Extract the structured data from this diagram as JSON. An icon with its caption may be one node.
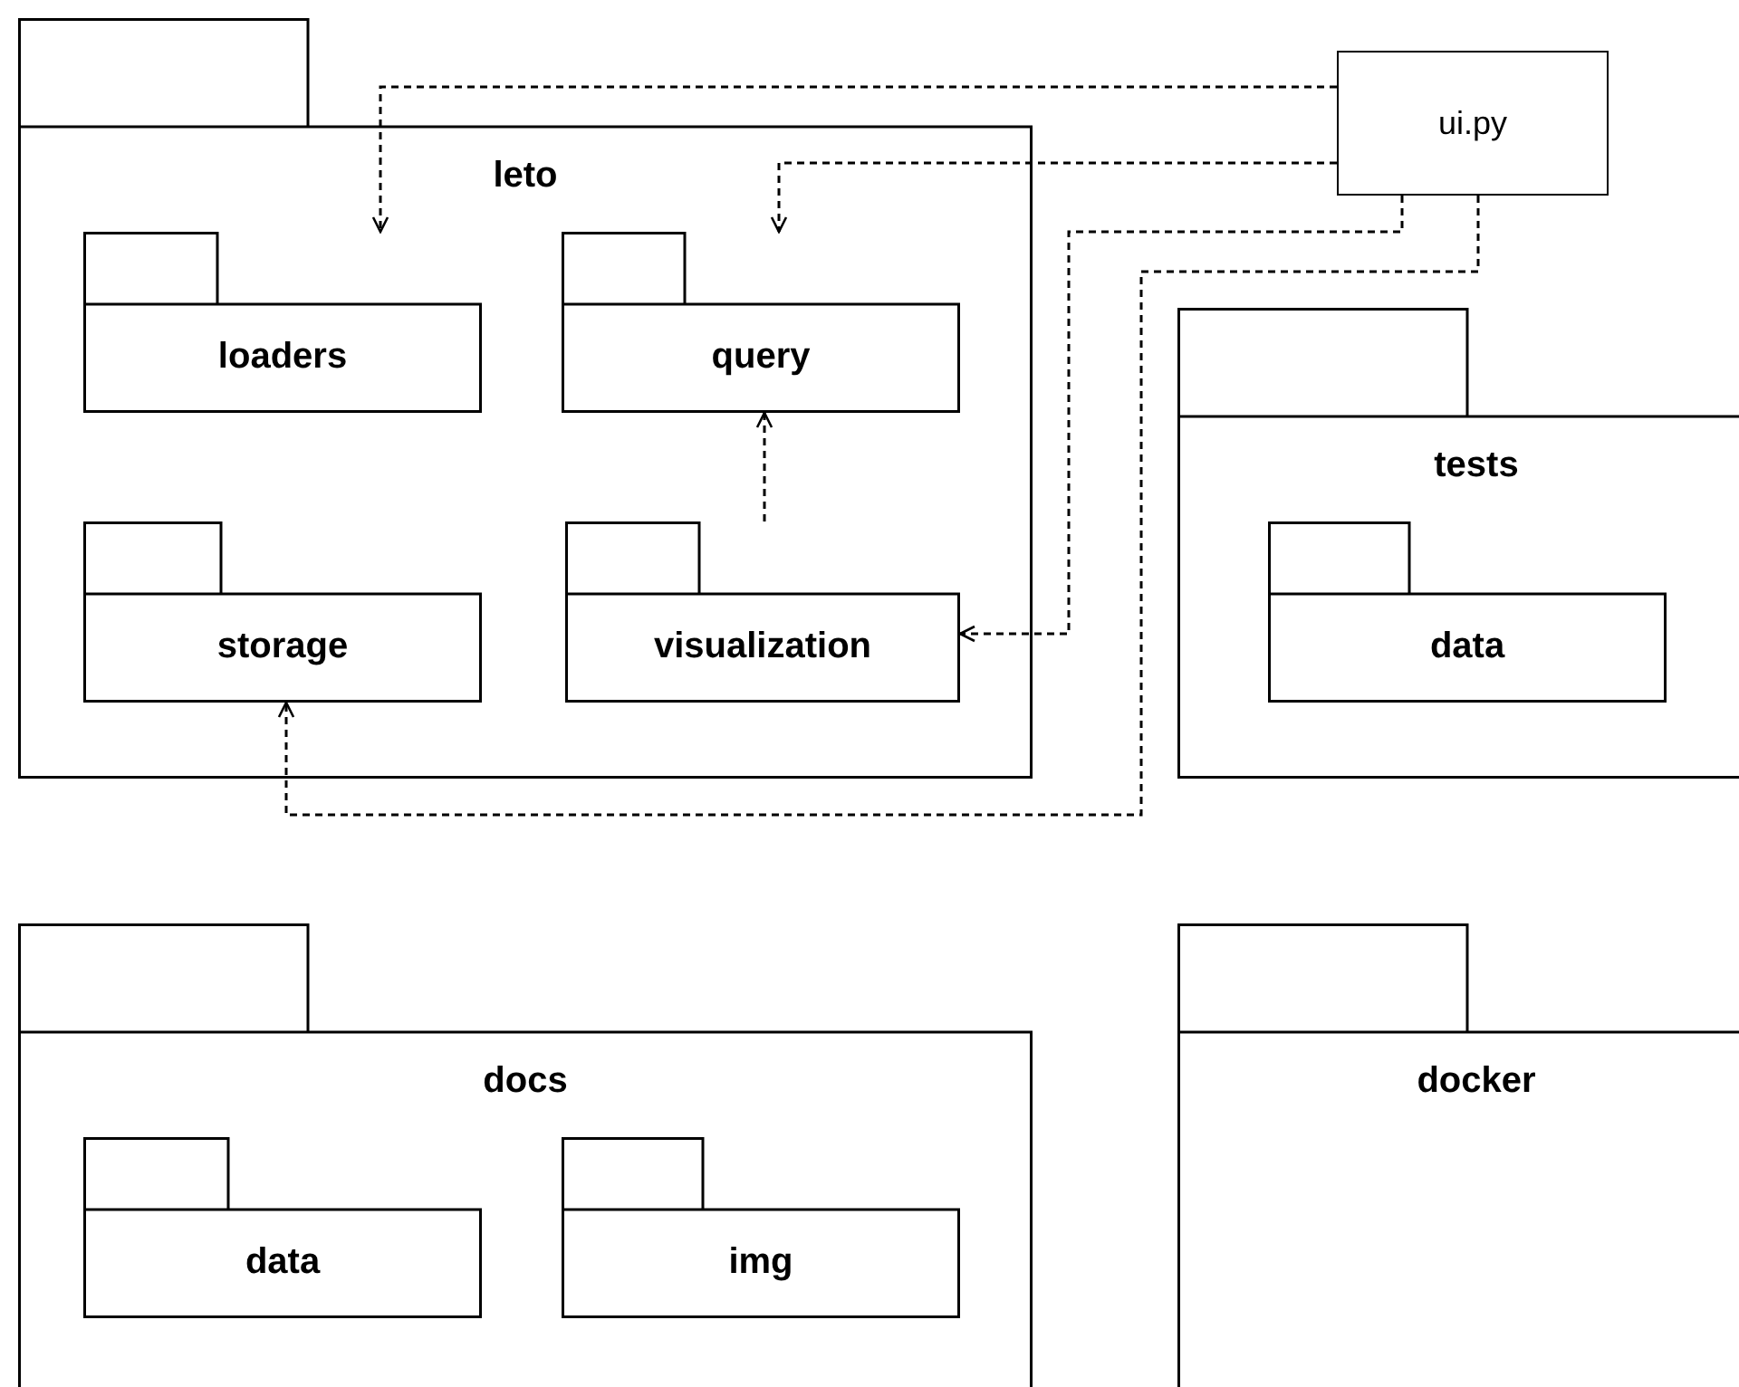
{
  "diagram": {
    "nodes": [
      {
        "text": [
          "leto"
        ]
      },
      {
        "text": [
          "loaders"
        ],
        "in": 0
      },
      {
        "text": [
          "query"
        ],
        "in": 0
      },
      {
        "text": [
          "storage"
        ],
        "in": 0
      },
      {
        "text": [
          "visualization"
        ],
        "in": 0
      },
      {
        "text": [
          "ui.py"
        ]
      },
      {
        "text": [
          "tests"
        ]
      },
      {
        "text": [
          "data"
        ],
        "in": 6
      },
      {
        "text": [
          "docs"
        ]
      },
      {
        "text": [
          "data"
        ],
        "in": 8
      },
      {
        "text": [
          "img"
        ],
        "in": 8
      },
      {
        "text": [
          "docker"
        ]
      }
    ],
    "edges": [
      {
        "from": 5,
        "to": 1,
        "arrow": "to",
        "style": "dashed"
      },
      {
        "from": 5,
        "to": 2,
        "arrow": "to",
        "style": "dashed"
      },
      {
        "from": 5,
        "to": 4,
        "arrow": "to",
        "style": "dashed"
      },
      {
        "from": 5,
        "to": 3,
        "arrow": "to",
        "style": "dashed"
      },
      {
        "from": 4,
        "to": 2,
        "arrow": "to",
        "style": "dashed"
      }
    ]
  }
}
